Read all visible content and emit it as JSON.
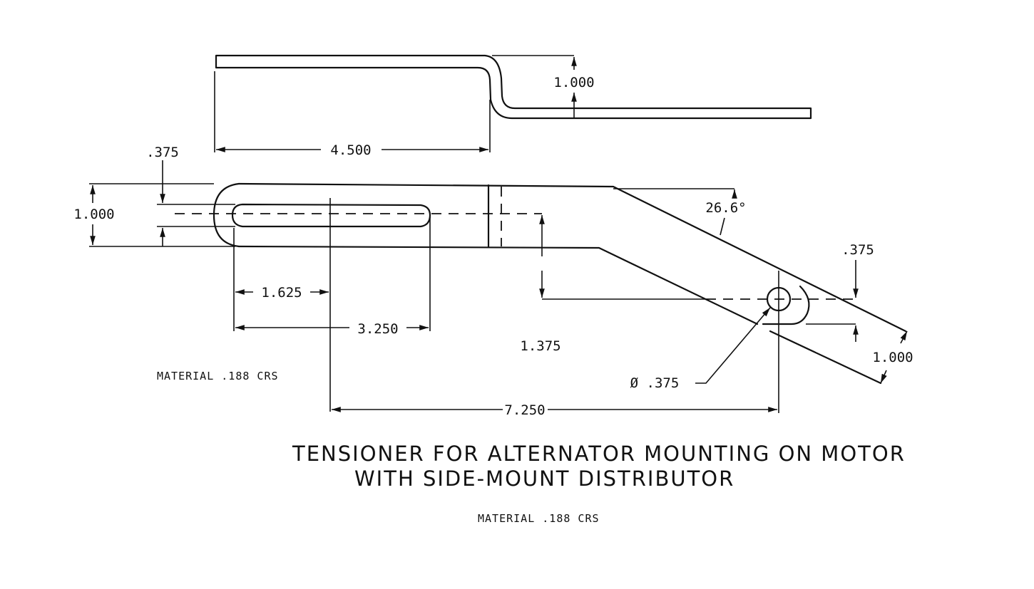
{
  "dimensions": {
    "top_height": "1.000",
    "top_length": "4.500",
    "slot_offset": ".375",
    "left_width": "1.000",
    "slot_half": "1.625",
    "slot_length": "3.250",
    "drop": "1.375",
    "angle": "26.6°",
    "hole_offset": ".375",
    "arm_width": "1.000",
    "hole_diameter": "Ø .375",
    "overall_length": "7.250"
  },
  "material_note": "MATERIAL .188 CRS",
  "title_line1": "TENSIONER FOR ALTERNATOR MOUNTING ON MOTOR",
  "title_line2": "WITH SIDE-MOUNT DISTRIBUTOR",
  "material_footer": "MATERIAL .188 CRS"
}
